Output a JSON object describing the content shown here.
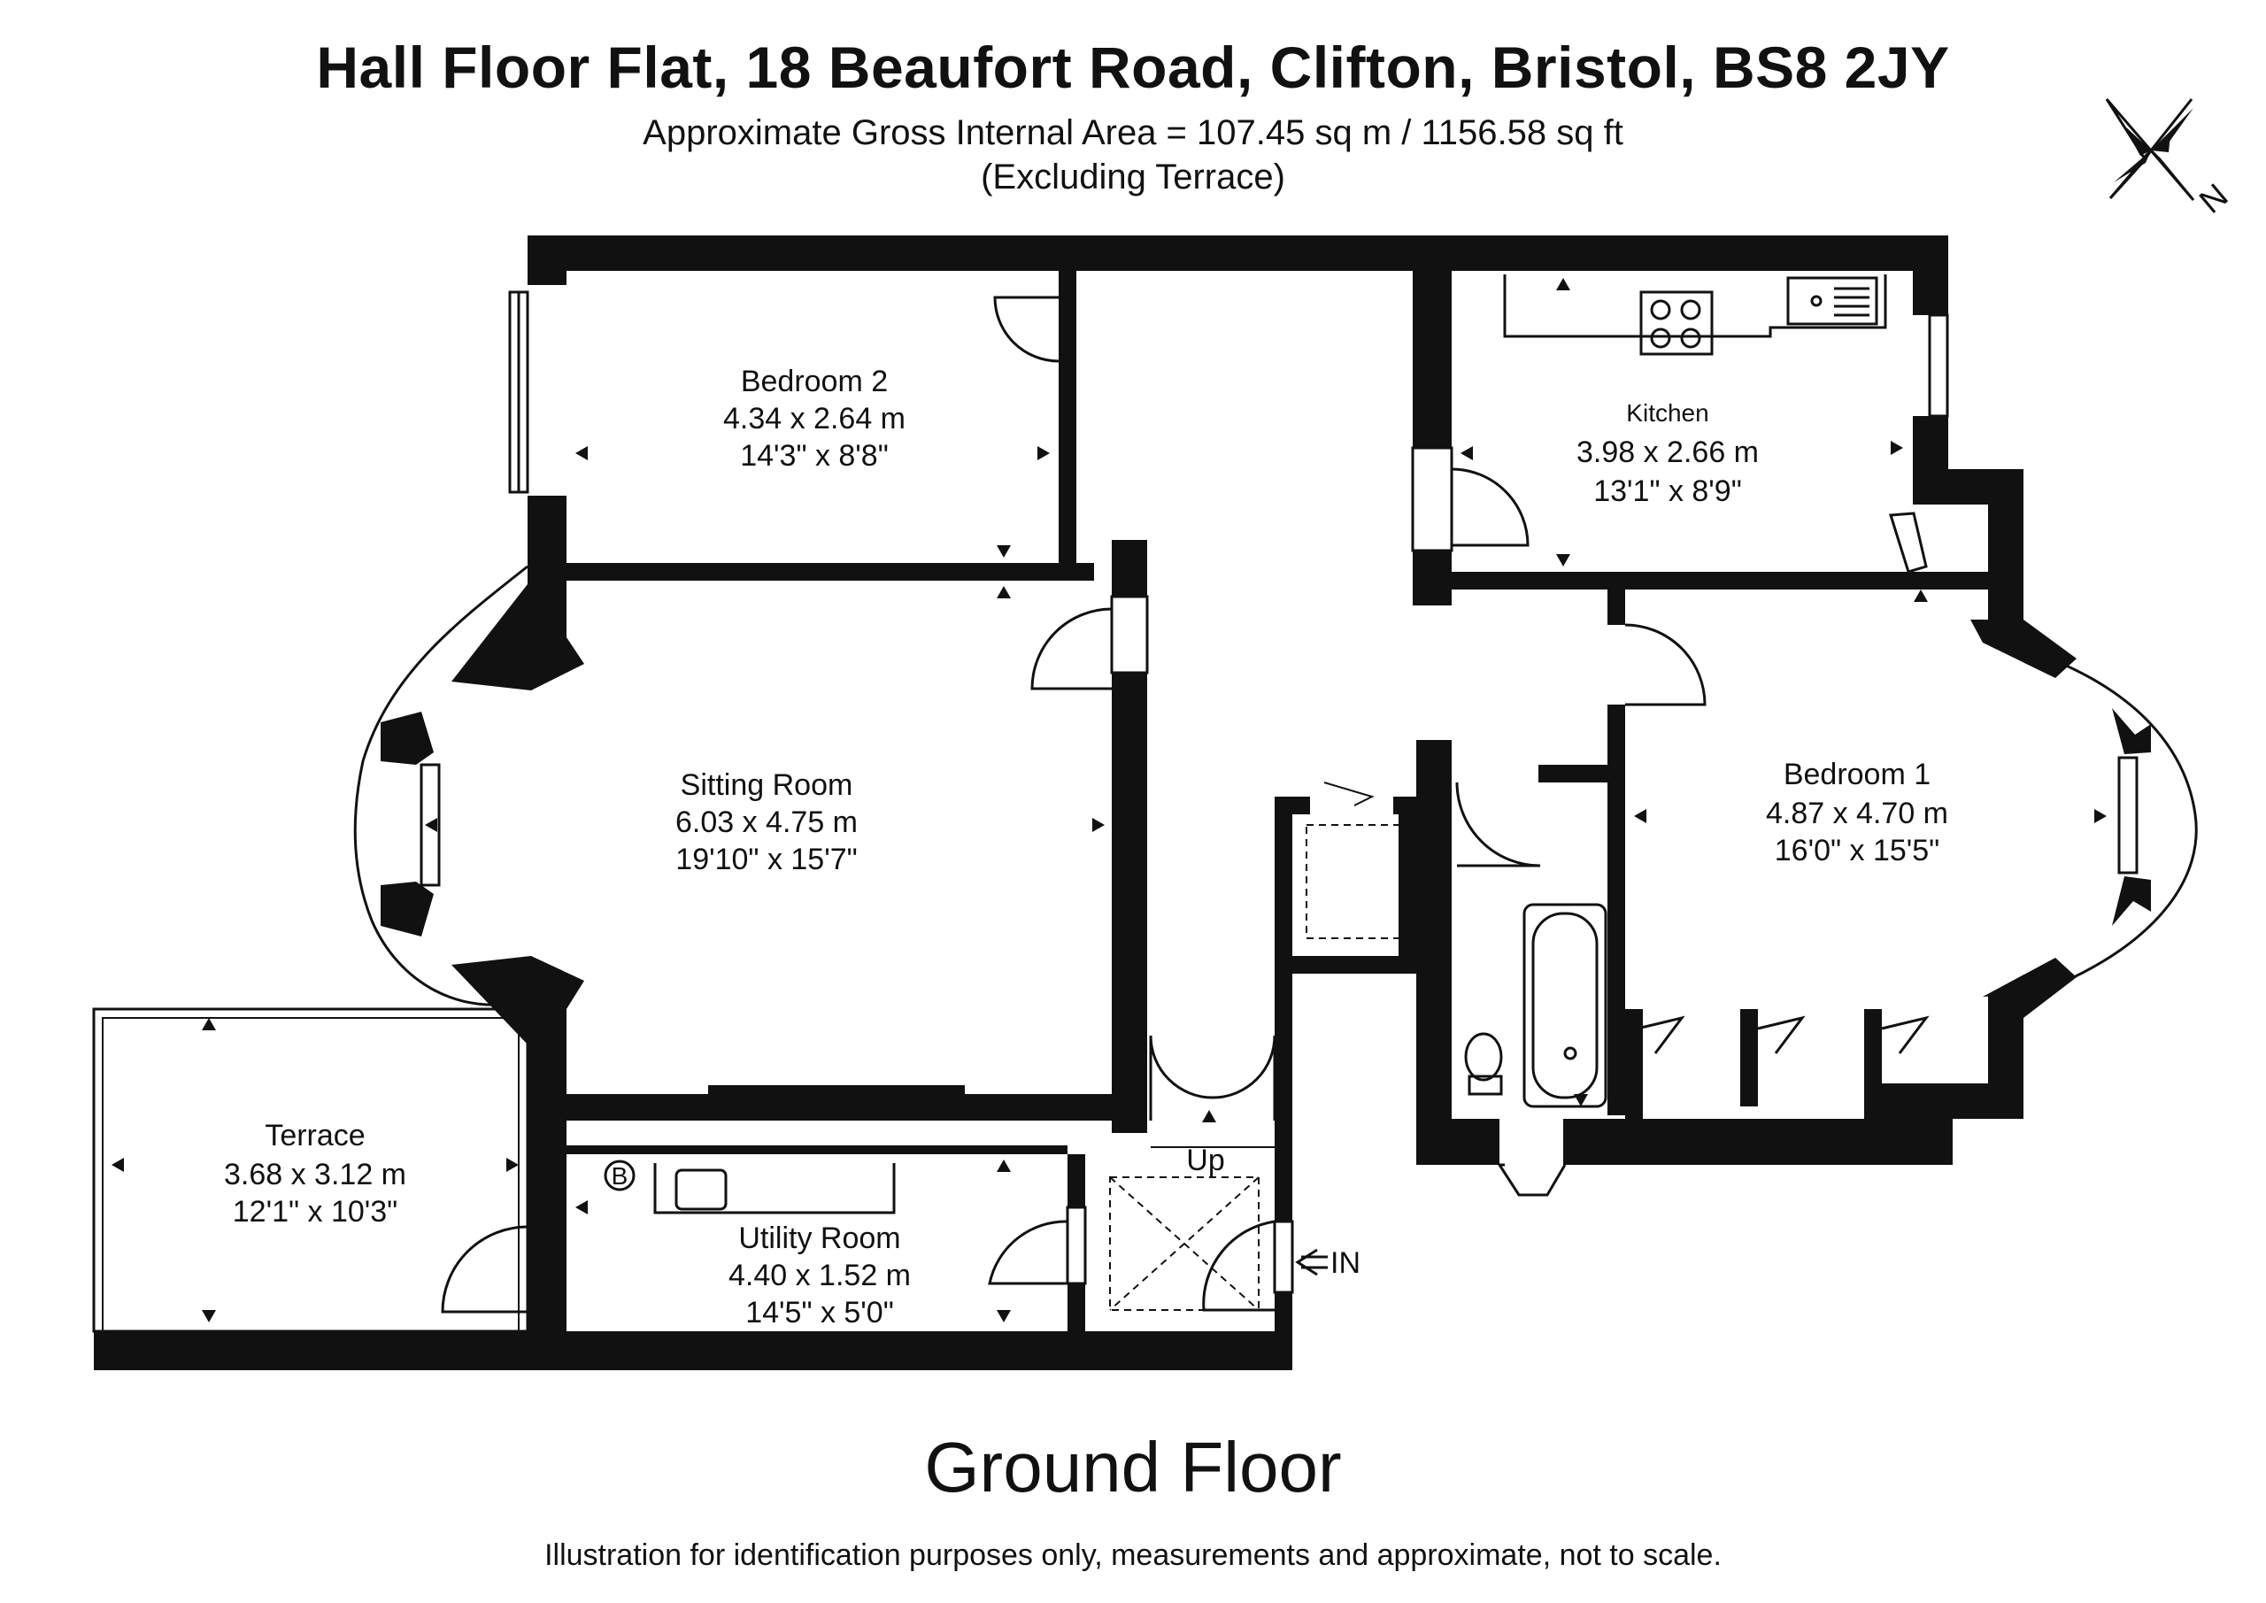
{
  "header": {
    "title": "Hall Floor Flat, 18 Beaufort Road, Clifton, Bristol, BS8 2JY",
    "area": "Approximate Gross Internal Area = 107.45 sq m / 1156.58 sq ft",
    "note": "(Excluding Terrace)"
  },
  "compass": {
    "label": "N"
  },
  "rooms": {
    "bedroom2": {
      "name": "Bedroom 2",
      "metric": "4.34 x 2.64 m",
      "imperial": "14'3\" x 8'8\""
    },
    "kitchen": {
      "name": "Kitchen",
      "metric": "3.98 x 2.66 m",
      "imperial": "13'1\" x 8'9\""
    },
    "sitting": {
      "name": "Sitting Room",
      "metric": "6.03 x 4.75 m",
      "imperial": "19'10\" x 15'7\""
    },
    "bedroom1": {
      "name": "Bedroom 1",
      "metric": "4.87 x 4.70 m",
      "imperial": "16'0\" x 15'5\""
    },
    "terrace": {
      "name": "Terrace",
      "metric": "3.68 x 3.12 m",
      "imperial": "12'1\" x 10'3\""
    },
    "utility": {
      "name": "Utility Room",
      "metric": "4.40 x 1.52 m",
      "imperial": "14'5\" x 5'0\""
    }
  },
  "markers": {
    "boiler": "B",
    "stairs": "Up",
    "entrance": "IN"
  },
  "footer": {
    "floor": "Ground Floor",
    "disclaimer": "Illustration for identification purposes only, measurements and approximate, not to scale."
  }
}
